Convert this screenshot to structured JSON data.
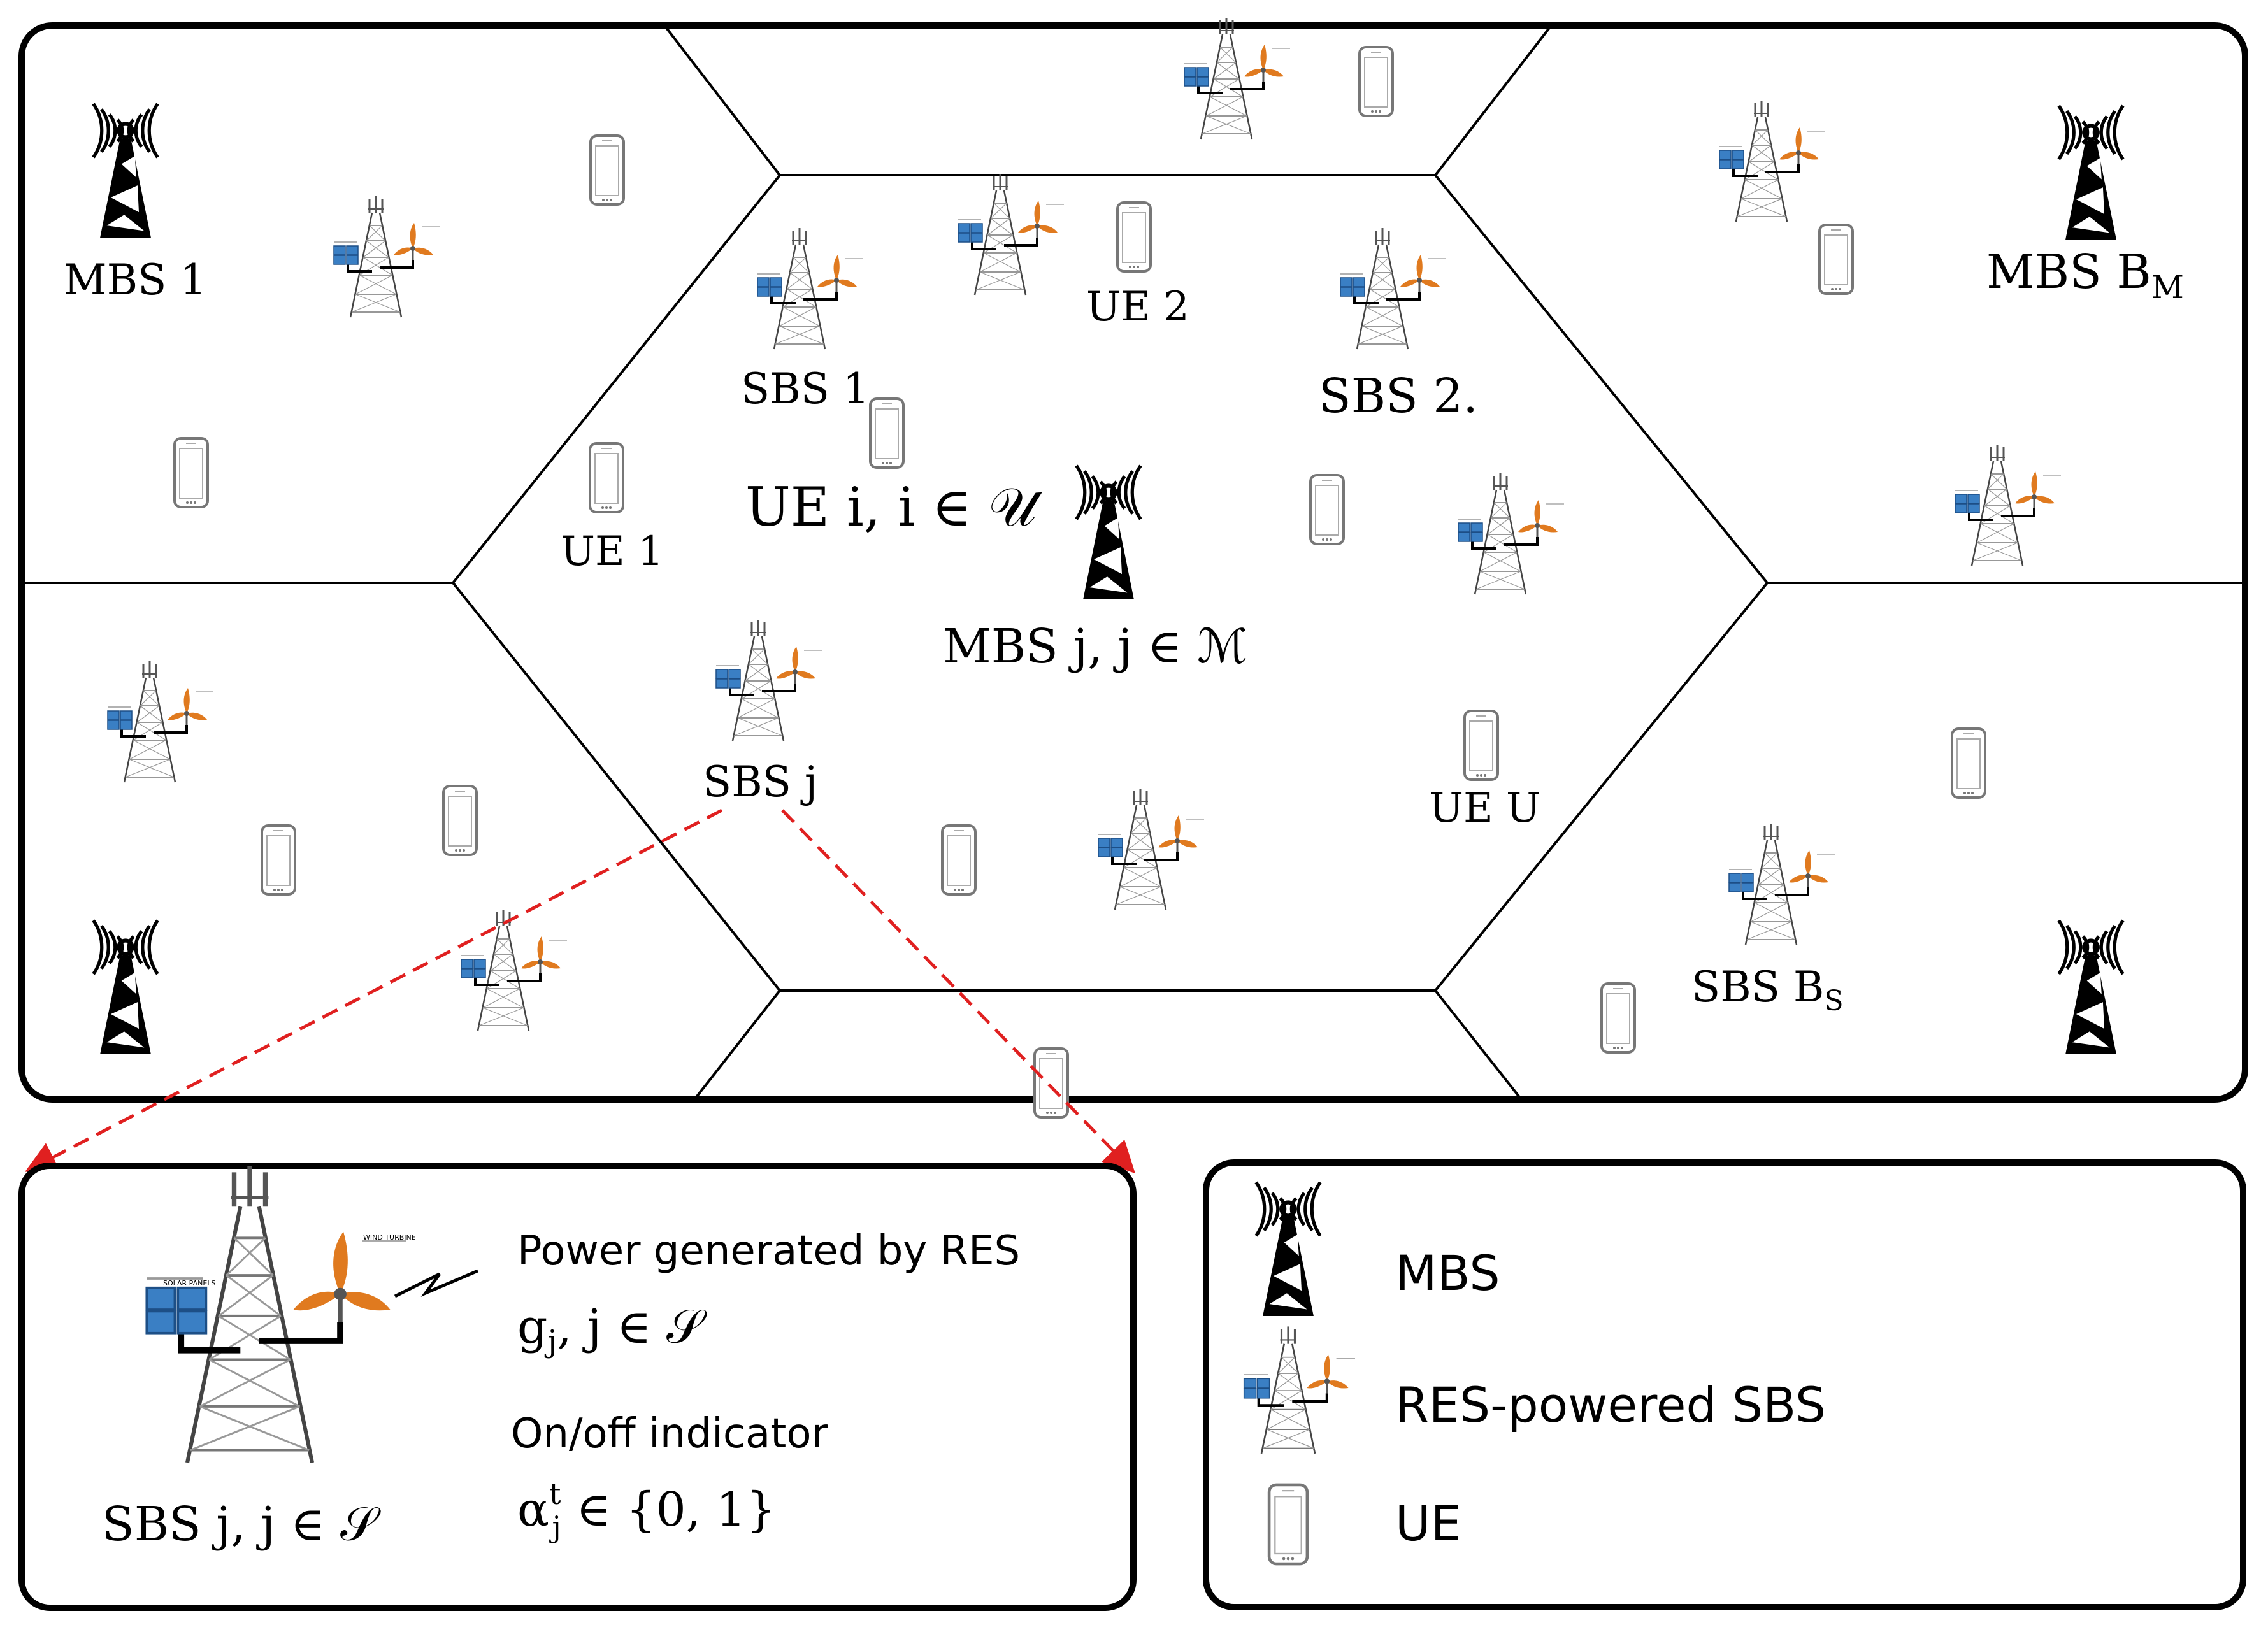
{
  "colors": {
    "background": "#ffffff",
    "stroke": "#000000",
    "callout": "#e02020",
    "solar": "#3a7fc4",
    "wind": "#e07a1f"
  },
  "icons": {
    "mbs": "mbs-tower-icon",
    "sbs": "res-powered-sbs-icon",
    "ue": "ue-phone-icon",
    "link": "wireless-link-icon"
  },
  "network": {
    "mbs_labels": {
      "mbs1": "MBS 1",
      "mbs_bm_main": "MBS ",
      "mbs_bm_var": "B",
      "mbs_bm_sub": "M"
    },
    "mbs_center": {
      "prefix": "MBS ",
      "var": "j",
      "sep": ",  ",
      "var2": "j",
      "member": " ∈ ",
      "set": "ℳ"
    },
    "ue_center": {
      "prefix": "UE ",
      "var": "i",
      "sep": ",  ",
      "var2": "i",
      "member": " ∈ ",
      "set": "𝒰"
    },
    "ue_labels": {
      "ue1": "UE 1",
      "ue2": "UE 2",
      "ueU_main": "UE ",
      "ueU_var": "U"
    },
    "sbs_labels": {
      "sbs1": "SBS 1",
      "sbs2": "SBS 2.",
      "sbsj_main": "SBS ",
      "sbsj_var": "j",
      "sbsbs_main": "SBS ",
      "sbsbs_var": "B",
      "sbsbs_sub": "S"
    }
  },
  "detail": {
    "res_title": "Power generated by RES",
    "gj_var": "g",
    "gj_sub": "j",
    "gj_sep": ",  ",
    "gj_var2": "j",
    "gj_member": " ∈ ",
    "gj_set": "𝒮",
    "onoff_title": "On/off indicator",
    "alpha_var": "α",
    "alpha_sup": "t",
    "alpha_sub": "j",
    "alpha_rest": " ∈ {0, 1}",
    "sbs_caption_main": "SBS ",
    "sbs_caption_var": "j",
    "sbs_caption_sep": ",  ",
    "sbs_caption_var2": "j",
    "sbs_caption_member": " ∈ ",
    "sbs_caption_set": "𝒮",
    "solar_panel_text": "SOLAR PANELS",
    "wind_turbine_text": "WIND TURBINE"
  },
  "legend": {
    "mbs": "MBS",
    "sbs": "RES-powered SBS",
    "ue": "UE"
  }
}
